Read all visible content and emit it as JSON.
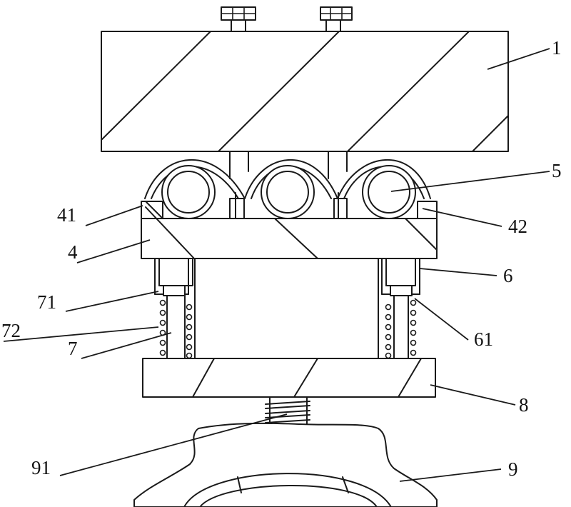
{
  "labels": {
    "l1": "1",
    "l5": "5",
    "l41": "41",
    "l42": "42",
    "l4": "4",
    "l6": "6",
    "l71": "71",
    "l72": "72",
    "l7": "7",
    "l61": "61",
    "l8": "8",
    "l91": "91",
    "l9": "9"
  }
}
